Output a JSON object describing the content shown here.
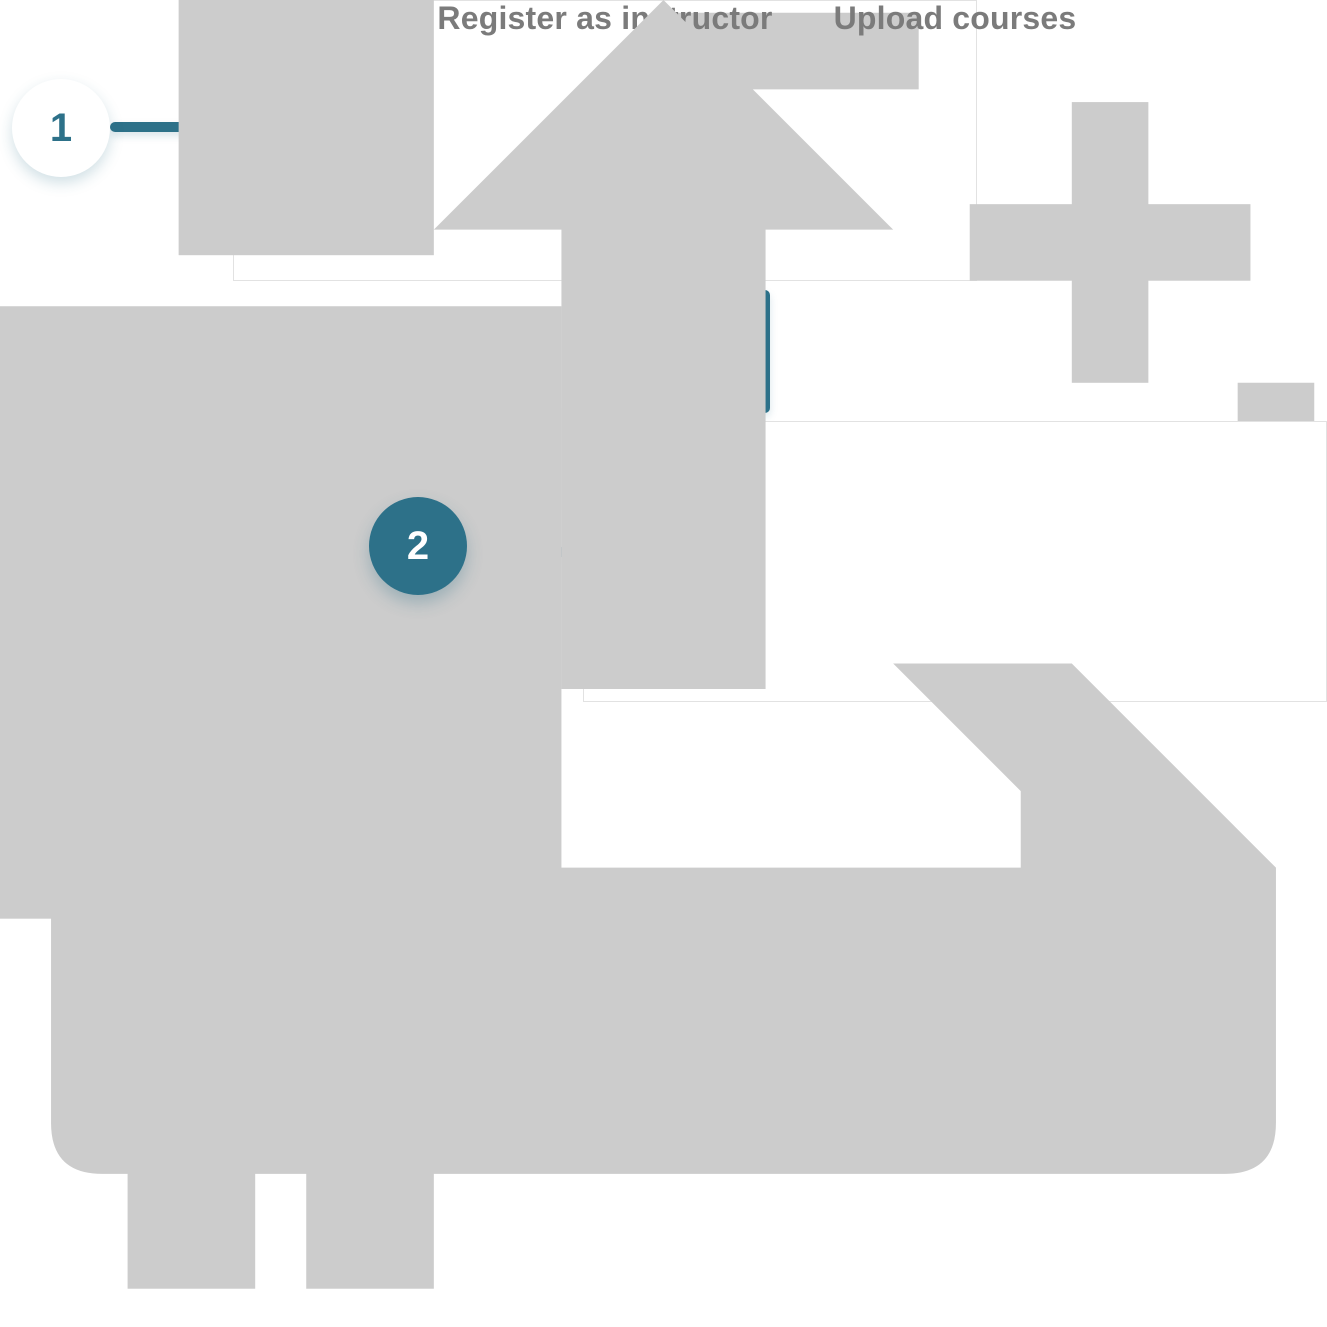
{
  "steps": [
    {
      "number": "1",
      "label": "Register as instructor",
      "icon": "instructor-add-icon"
    },
    {
      "number": "2",
      "label": "Upload courses",
      "icon": "upload-tray-icon"
    }
  ],
  "colors": {
    "accent": "#2d7189",
    "icon": "#cccccc",
    "label": "#7b7b7b",
    "card_border": "#e2e2e2",
    "background": "#ffffff"
  }
}
